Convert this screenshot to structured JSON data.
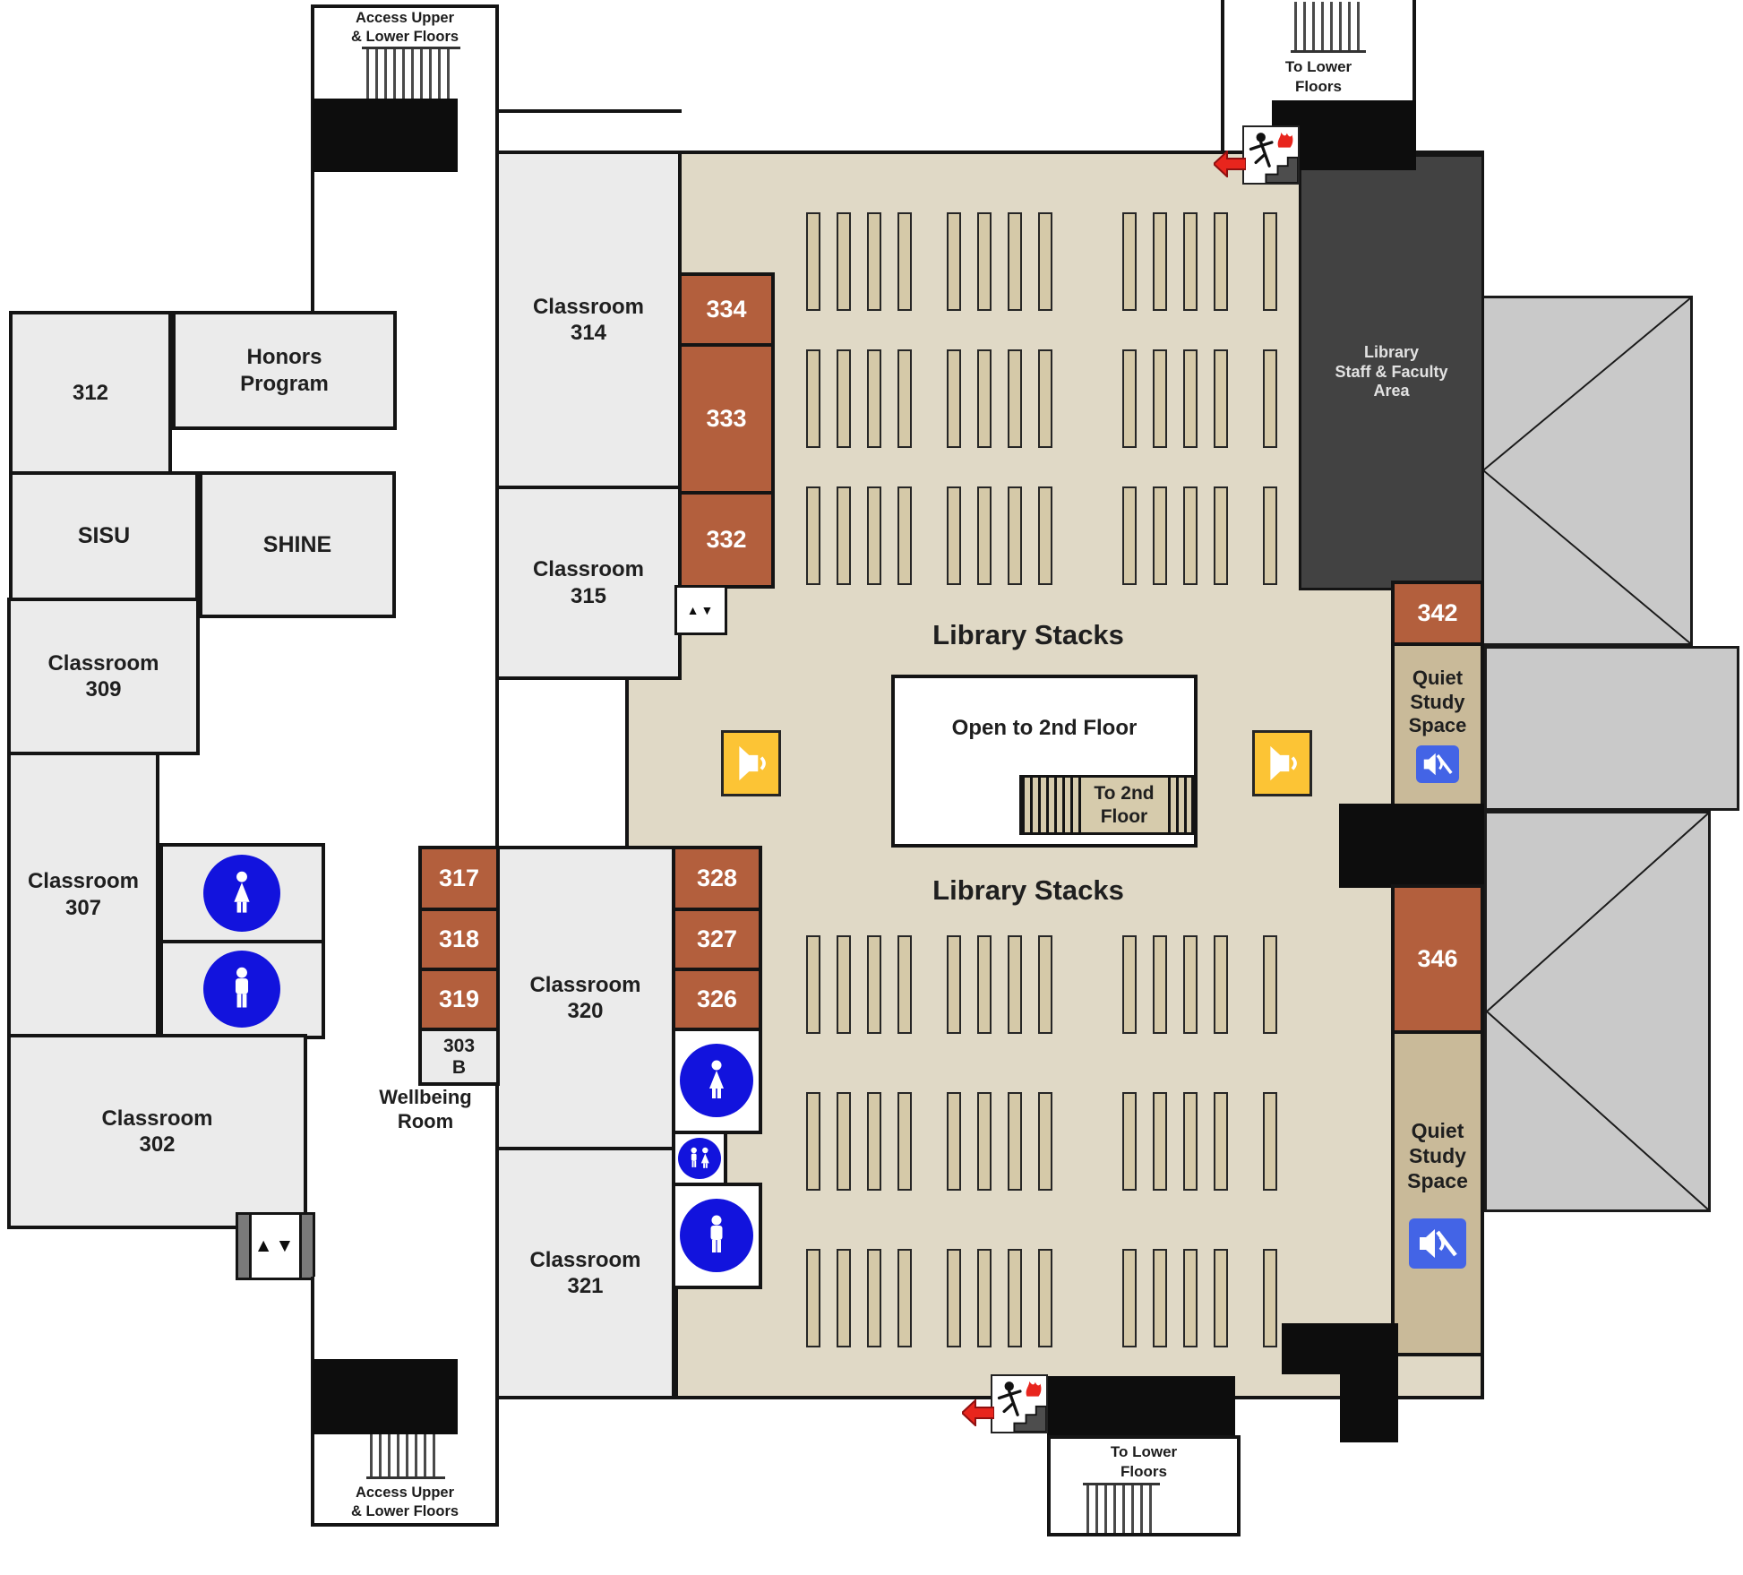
{
  "colors": {
    "wall": "#141414",
    "room_fill": "#ebebeb",
    "room_brown": "#b35f3d",
    "library_floor": "#e0d9c6",
    "shelf_bar": "#d5c9a8",
    "quiet_tan": "#c9ba99",
    "staff_dark": "#424242",
    "roof_gray": "#c9c9c9",
    "restroom_blue": "#1213dd",
    "mute_blue": "#4364e6",
    "speaker_yellow": "#fcc435",
    "alert_red": "#e8251d"
  },
  "left_wing": {
    "room_312": "312",
    "honors": "Honors\nProgram",
    "sisu": "SISU",
    "shine": "SHINE",
    "classroom_309": "Classroom\n309",
    "classroom_307": "Classroom\n307",
    "classroom_302": "Classroom\n302",
    "wellbeing_room": "Wellbeing\nRoom"
  },
  "center_wing": {
    "classroom_314": "Classroom\n314",
    "classroom_315": "Classroom\n315",
    "classroom_320": "Classroom\n320",
    "classroom_321": "Classroom\n321",
    "room_317": "317",
    "room_318": "318",
    "room_319": "319",
    "room_303b": "303\nB",
    "room_334": "334",
    "room_333": "333",
    "room_332": "332",
    "room_328": "328",
    "room_327": "327",
    "room_326": "326"
  },
  "library": {
    "stacks_title_upper": "Library Stacks",
    "stacks_title_lower": "Library Stacks",
    "open_to_2nd": "Open to 2nd Floor",
    "to_2nd_floor": "To 2nd\nFloor",
    "staff_area": "Library\nStaff & Faculty\nArea",
    "room_342": "342",
    "room_346": "346",
    "quiet_study_1": "Quiet\nStudy\nSpace",
    "quiet_study_2": "Quiet\nStudy\nSpace"
  },
  "stairs": {
    "access_top": "Access Upper\n& Lower Floors",
    "access_bottom": "Access Upper\n& Lower Floors",
    "to_lower_top": "To Lower\nFloors",
    "to_lower_bottom": "To Lower\nFloors"
  },
  "icons": {
    "elevator_glyph": "▲▼"
  }
}
